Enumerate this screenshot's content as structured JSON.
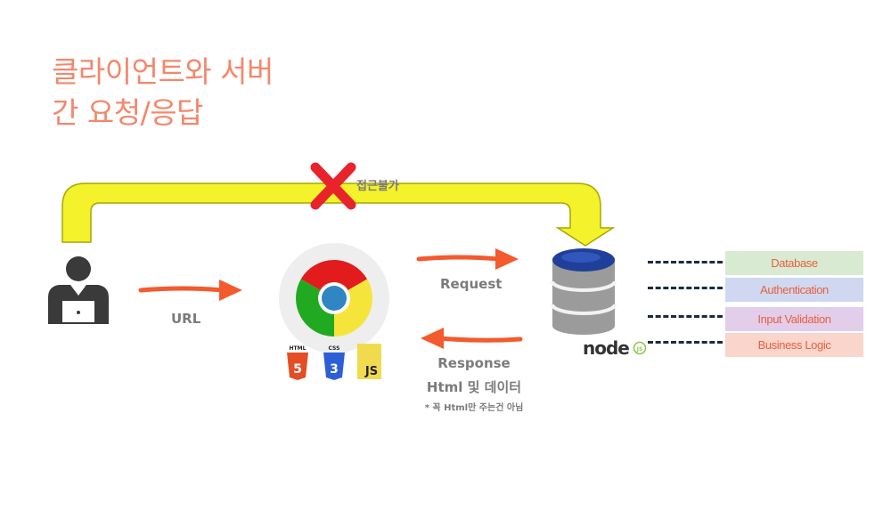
{
  "title": {
    "line1": "클라이언트와 서버",
    "line2": "간 요청/응답"
  },
  "blocked": {
    "label": "접근불가"
  },
  "labels": {
    "url": "URL",
    "request": "Request",
    "response": "Response",
    "response_sub": "Html 및 데이터",
    "note": "* 꼭 Html만 주는건 아님"
  },
  "tech": {
    "html": "HTML",
    "html_num": "5",
    "css": "CSS",
    "css_num": "3",
    "js": "JS",
    "node": "node",
    "node_js": "JS"
  },
  "layers": [
    {
      "label": "Database",
      "color": "#d9ead3"
    },
    {
      "label": "Authentication",
      "color": "#cfd8f0"
    },
    {
      "label": "Input Validation",
      "color": "#e2cdea"
    },
    {
      "label": "Business Logic",
      "color": "#f9d5cc"
    }
  ],
  "colors": {
    "accent": "#f4876b",
    "arrow": "#f35a2e",
    "path": "#f4f22a",
    "server": "#1f3f9a"
  }
}
